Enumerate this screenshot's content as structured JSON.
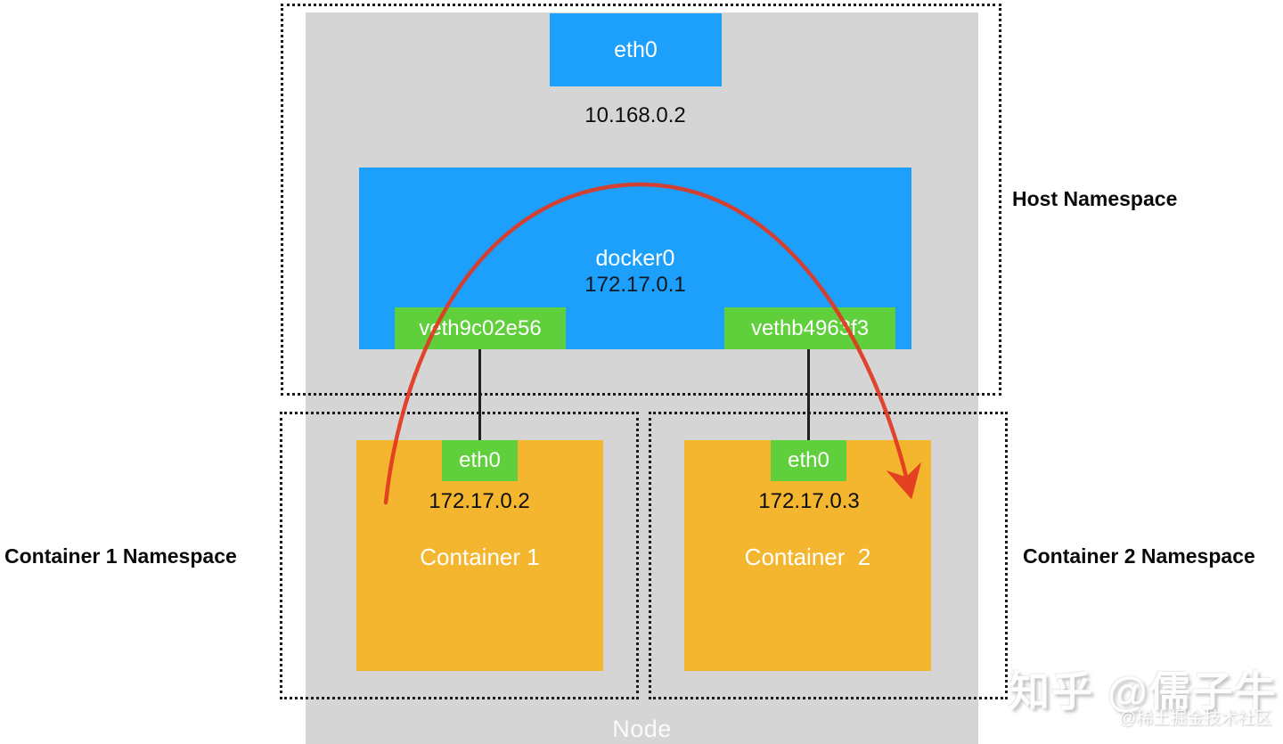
{
  "colors": {
    "blue": "#1CA0FC",
    "green": "#5FCF3C",
    "orange": "#F4B62E",
    "gray": "#D5D5D5",
    "red": "#E23822"
  },
  "node": {
    "label": "Node"
  },
  "host_namespace": {
    "label": "Host Namespace",
    "eth0": {
      "label": "eth0",
      "ip": "10.168.0.2"
    },
    "bridge": {
      "label": "docker0",
      "ip": "172.17.0.1"
    },
    "veth1": {
      "label": "veth9c02e56"
    },
    "veth2": {
      "label": "vethb4963f3"
    }
  },
  "container1_namespace": {
    "label": "Container 1 Namespace",
    "eth0": {
      "label": "eth0",
      "ip": "172.17.0.2"
    },
    "container": {
      "label": "Container 1"
    }
  },
  "container2_namespace": {
    "label": "Container 2 Namespace",
    "eth0": {
      "label": "eth0",
      "ip": "172.17.0.3"
    },
    "container": {
      "label": "Container  2"
    }
  },
  "watermarks": {
    "primary": "知乎 @儒子牛",
    "secondary": "@稀土掘金技术社区"
  }
}
